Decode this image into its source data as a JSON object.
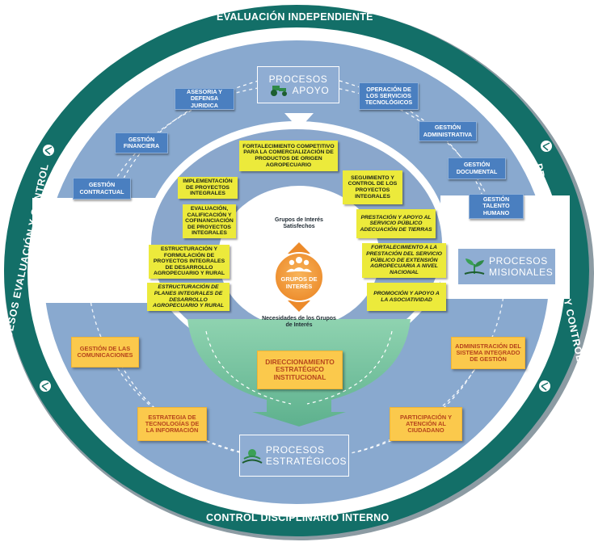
{
  "ring": {
    "top": "EVALUACIÓN INDEPENDIENTE",
    "bottom": "CONTROL DISCIPLINARIO INTERNO",
    "left": "PROCESOS EVALUACIÓN Y CONTROL",
    "right": "PROCESOS EVALUACIÓN Y CONTROL"
  },
  "apoyo": {
    "title_line1": "PROCESOS",
    "title_line2": "APOYO",
    "icon": "tractor-icon",
    "items": [
      "ASESORIA Y DEFENSA JURIDICA",
      "GESTIÓN FINANCIERA",
      "GESTIÓN CONTRACTUAL",
      "OPERACIÓN DE LOS SERVICIOS TECNOLÓGICOS",
      "GESTIÓN ADMINISTRATIVA",
      "GESTIÓN DOCUMENTAL",
      "GESTIÓN TALENTO HUMANO"
    ]
  },
  "misionales": {
    "title_line1": "PROCESOS",
    "title_line2": "MISIONALES",
    "icon": "leaf-seedling-icon",
    "items": [
      "FORTALECIMIENTO COMPETITIVO PARA LA COMERCIALIZACIÓN DE PRODUCTOS DE ORIGEN AGROPECUARIO",
      "IMPLEMENTACIÓN DE PROYECTOS INTEGRALES",
      "EVALUACIÓN, CALIFICACIÓN Y COFINANCIACIÓN DE PROYECTOS INTEGRALES",
      "ESTRUCTURACIÓN Y FORMULACIÓN DE PROYECTOS INTEGRALES DE DESARROLLO AGROPECUARIO Y RURAL",
      "ESTRUCTURACIÓN DE PLANES INTEGRALES DE DESARROLLO AGROPECUARIO Y RURAL",
      "SEGUIMIENTO Y CONTROL DE LOS PROYECTOS INTEGRALES",
      "PRESTACIÓN Y APOYO AL SERVICIO PÚBLICO ADECUACIÓN DE TIERRAS",
      "FORTALECIMIENTO A LA PRESTACIÓN DEL SERVICIO PÚBLICO DE EXTENSIÓN AGROPECUARIA A NIVEL NACIONAL",
      "PROMOCIÓN Y APOYO A LA ASOCIATIVIDAD"
    ]
  },
  "center": {
    "satisfied": "Grupos de Interés Satisfechos",
    "core_line1": "GRUPOS DE",
    "core_line2": "INTERÉS",
    "needs": "Necesidades de los Grupos de Interés",
    "icon": "people-group-icon"
  },
  "estrategicos": {
    "title_line1": "PROCESOS",
    "title_line2": "ESTRATÉGICOS",
    "icon": "sun-field-icon",
    "items": [
      "DIRECCIONAMIENTO ESTRATÉGICO INSTITUCIONAL",
      "GESTIÓN DE LAS COMUNICACIONES",
      "ESTRATEGIA DE TECNOLOGÍAS DE LA INFORMACIÓN",
      "ADMINISTRACIÓN DEL SISTEMA INTEGRADO DE GESTIÓN",
      "PARTICIPACIÓN Y ATENCIÓN AL CIUDADANO"
    ]
  },
  "colors": {
    "ring": "#136f68",
    "band": "#89a9cf",
    "blue_box": "#4a7fc0",
    "yellow_box": "#ecea3b",
    "orange_core": "#f49a3c",
    "strategic_box": "#fbc94c",
    "strategic_arrow": "#6fbf9a"
  }
}
